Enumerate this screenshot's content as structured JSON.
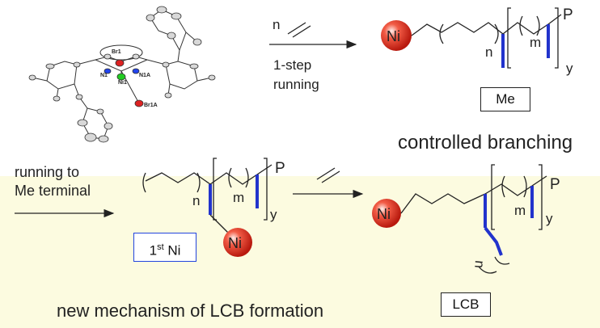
{
  "colors": {
    "band": "#fcfbe0",
    "bond": "#222222",
    "branch": "#2233cc",
    "ni_sphere": "#e8382a",
    "n_atom": "#2244ee",
    "br_atom": "#dd2222",
    "ni_atom": "#22cc22",
    "first_ni_box": "#2244dd"
  },
  "crystal": {
    "labels": [
      "Br1",
      "N1",
      "Ni1",
      "N1A",
      "Br1A"
    ]
  },
  "top_reaction": {
    "reagent_n": "n",
    "step_line1": "1-step",
    "step_line2": "running",
    "ni_label": "Ni",
    "n": "n",
    "m": "m",
    "y": "y",
    "p": "P",
    "box_label": "Me"
  },
  "controlled_branching": "controlled branching",
  "left_text": {
    "line1": "running to",
    "line2": "Me terminal"
  },
  "mid_structure": {
    "n": "n",
    "m": "m",
    "y": "y",
    "p": "P",
    "ni_label": "Ni",
    "first_ni_sup": "st",
    "first_ni_num": "1",
    "first_ni_rest": " Ni"
  },
  "right_structure": {
    "ni_label": "Ni",
    "m": "m",
    "y": "y",
    "p": "P",
    "n_rot": "n",
    "box_label": "LCB"
  },
  "footer": "new mechanism of LCB formation"
}
